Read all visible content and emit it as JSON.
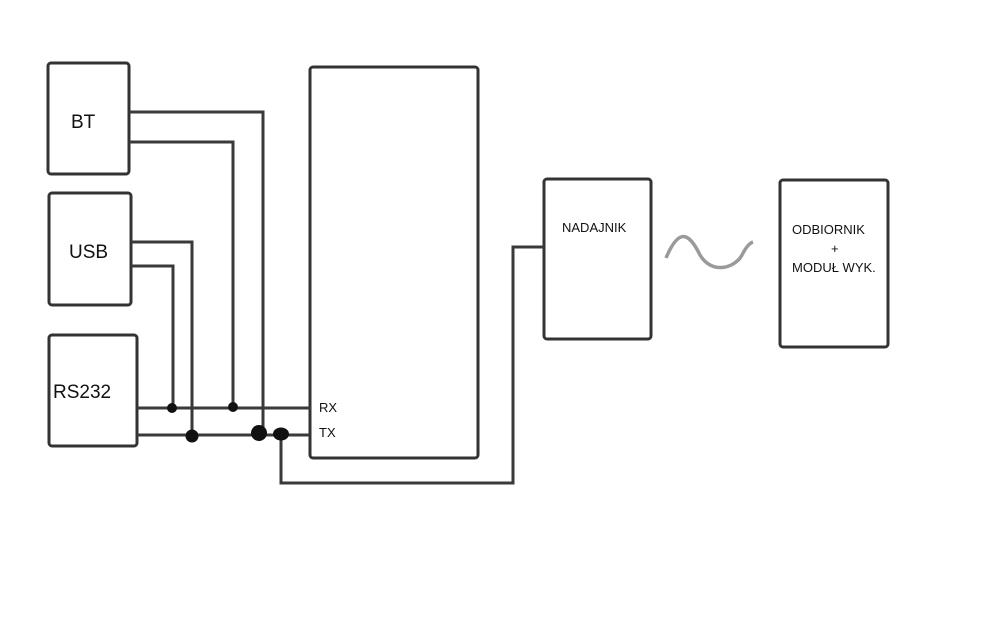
{
  "blocks": {
    "bt": "BT",
    "usb": "USB",
    "rs232": "RS232",
    "nadajnik": "NADAJNIK",
    "odbiornik_line1": "ODBIORNIK",
    "odbiornik_line2": "+",
    "odbiornik_line3": "MODUŁ WYK."
  },
  "pins": {
    "rx": "RX",
    "tx": "TX"
  },
  "colors": {
    "line": "#3a3a3a",
    "wave": "#9a9a9a"
  }
}
